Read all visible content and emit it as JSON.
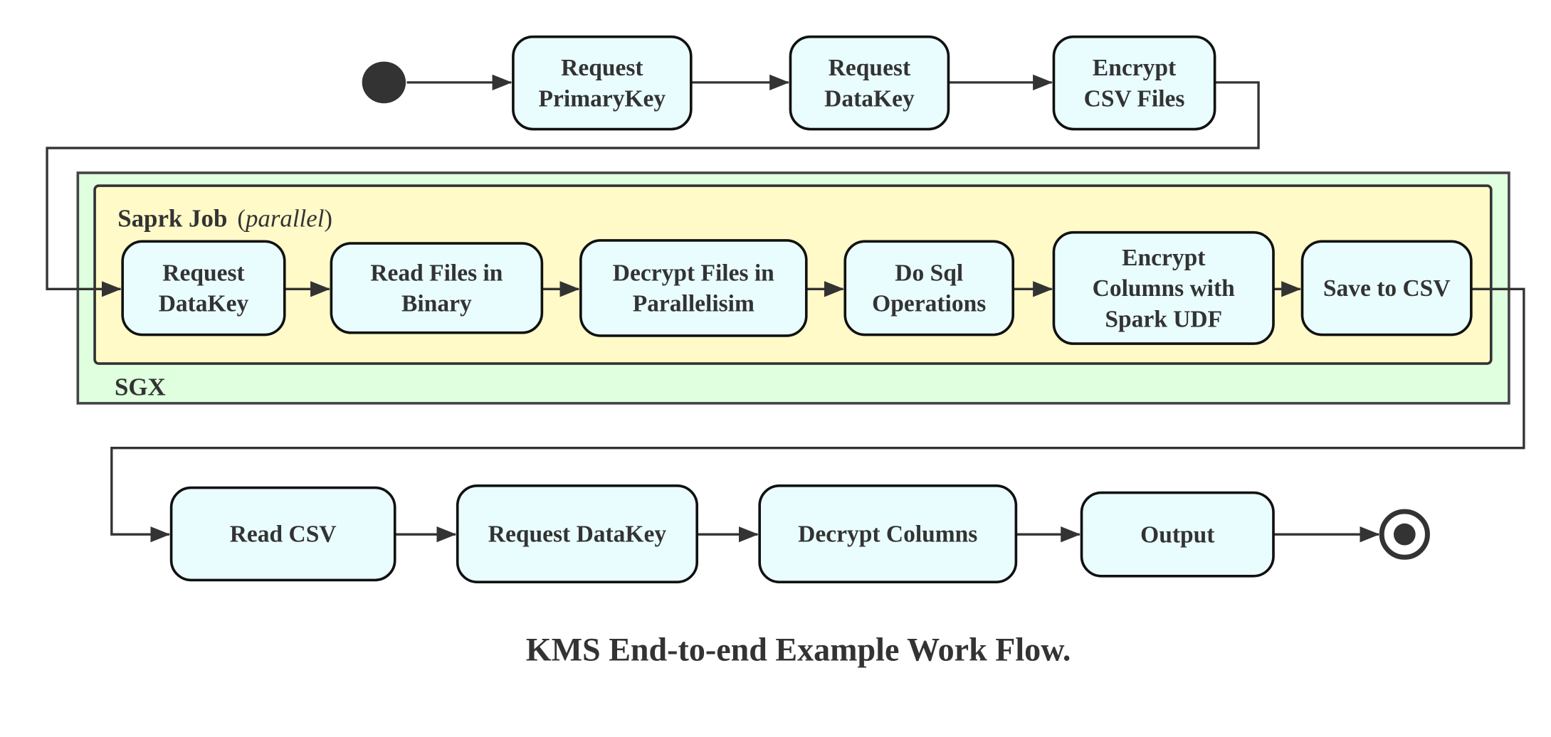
{
  "title": "KMS End-to-end Example Work Flow.",
  "colors": {
    "node_fill": "#e9fdff",
    "sgx_fill": "#dfffdf",
    "spark_fill": "#fffac8",
    "line": "#333333"
  },
  "sgx": {
    "label": "SGX"
  },
  "spark_job": {
    "label": "Saprk Job",
    "qualifier": "parallel"
  },
  "nodes": {
    "request_primarykey": [
      "Request",
      "PrimaryKey"
    ],
    "request_datakey_1": [
      "Request",
      "DataKey"
    ],
    "encrypt_csv": [
      "Encrypt",
      "CSV Files"
    ],
    "request_datakey_2": [
      "Request",
      "DataKey"
    ],
    "read_binary": [
      "Read Files in",
      "Binary"
    ],
    "decrypt_parallel": [
      "Decrypt Files in",
      "Parallelisim"
    ],
    "do_sql": [
      "Do Sql",
      "Operations"
    ],
    "encrypt_columns": [
      "Encrypt",
      "Columns with",
      "Spark UDF"
    ],
    "save_csv": [
      "Save to CSV"
    ],
    "read_csv": [
      "Read CSV"
    ],
    "request_datakey_3": [
      "Request DataKey"
    ],
    "decrypt_columns": [
      "Decrypt Columns"
    ],
    "output": [
      "Output"
    ]
  }
}
